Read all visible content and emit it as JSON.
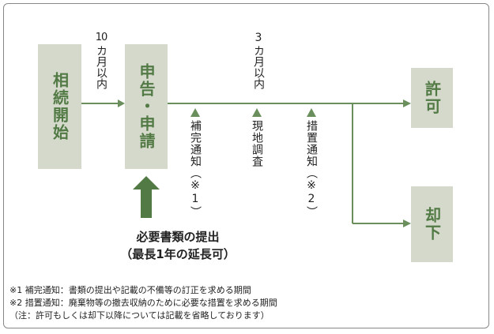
{
  "boxes": {
    "start": "相続開始",
    "report": "申告・申請",
    "permit": "許可",
    "reject": "却下"
  },
  "periods": {
    "ten_months": {
      "num": "10",
      "rest": "カ月以内"
    },
    "three_months": {
      "num": "3",
      "rest": "カ月以内"
    }
  },
  "steps": {
    "supplement": "補完通知（※1）",
    "survey": "現地調査",
    "measure": "措置通知（※2）"
  },
  "submission": {
    "line1": "必要書類の提出",
    "line2": "（最長1年の延長可）"
  },
  "notes": [
    "※1 補完通知：書類の提出や記載の不備等の訂正を求める期間",
    "※2 措置通知：廃棄物等の撤去収納のために必要な措置を求める期間",
    "（注：許可もしくは却下以降については記載を省略しております）"
  ],
  "colors": {
    "box_bg": "#d5d9cc",
    "green": "#527a45",
    "line": "#6a8f5c"
  }
}
